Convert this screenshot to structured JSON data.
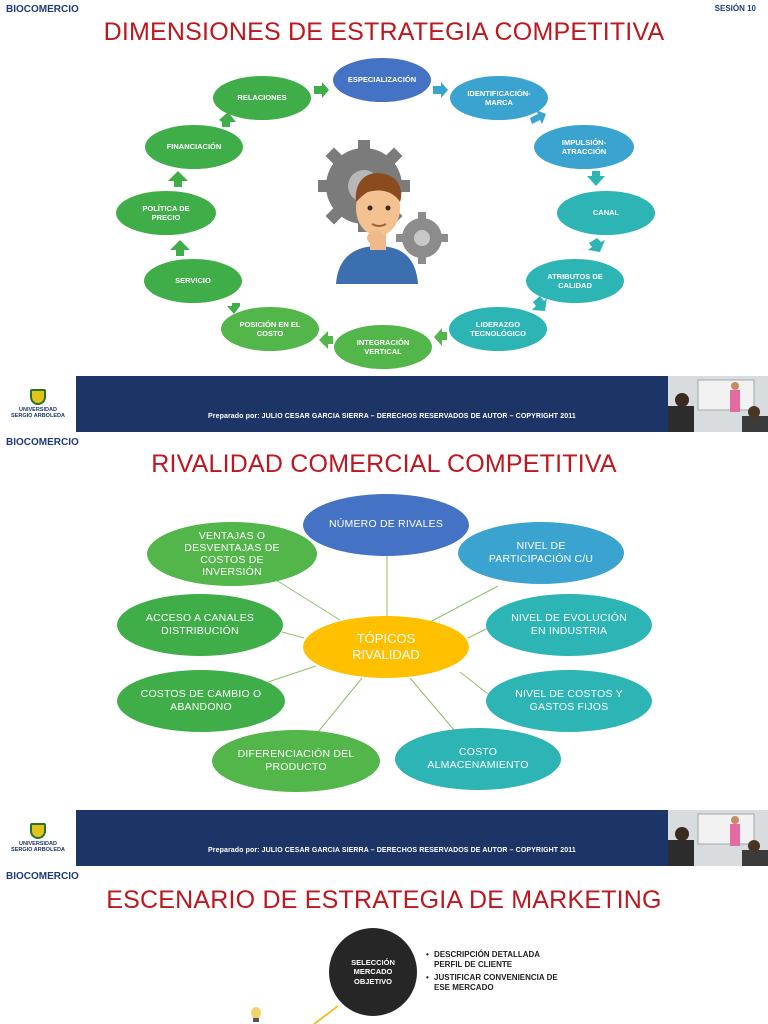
{
  "header": {
    "brand": "BIOCOMERCIO",
    "session": "SESIÓN 10"
  },
  "footer": {
    "university": [
      "UNIVERSIDAD",
      "SERGIO ARBOLEDA"
    ],
    "prepared_by": "Preparado por:  JULIO CESAR GARCIA SIERRA – DERECHOS RESERVADOS DE AUTOR – COPYRIGHT 2011"
  },
  "slide1": {
    "title": "DIMENSIONES DE ESTRATEGIA COMPETITIVA",
    "cycle": [
      "ESPECIALIZACIÓN",
      "IDENTIFICACIÓN-\nMARCA",
      "IMPULSIÓN-\nATRACCIÓN",
      "CANAL",
      "ATRIBUTOS DE\nCALIDAD",
      "LIDERAZGO\nTECNOLÓGICO",
      "INTEGRACIÓN\nVERTICAL",
      "POSICIÓN EN EL\nCOSTO",
      "SERVICIO",
      "POLÍTICA DE\nPRECIO",
      "FINANCIACIÓN",
      "RELACIONES"
    ]
  },
  "slide2": {
    "title": "RIVALIDAD COMERCIAL COMPETITIVA",
    "center": "TÓPICOS\nRIVALIDAD",
    "topics": [
      "NÚMERO DE RIVALES",
      "NIVEL DE\nPARTICIPACIÓN C/U",
      "NIVEL DE EVOLUCIÓN\nEN INDUSTRIA",
      "NIVEL DE COSTOS Y\nGASTOS FIJOS",
      "COSTO\nALMACENAMIENTO",
      "DIFERENCIACIÓN DEL\nPRODUCTO",
      "COSTOS DE CAMBIO O\nABANDONO",
      "ACCESO A CANALES\nDISTRIBUCIÓN",
      "VENTAJAS O\nDESVENTAJAS DE\nCOSTOS DE\nINVERSIÓN"
    ]
  },
  "slide3": {
    "title": "ESCENARIO DE ESTRATEGIA DE MARKETING",
    "circle": "SELECCIÓN\nMERCADO\nOBJETIVO",
    "bullets": [
      "DESCRIPCIÓN DETALLADA\nPERFIL DE CLIENTE",
      "JUSTIFICAR CONVENIENCIA DE\nESE MERCADO"
    ]
  },
  "colors": {
    "title": "#c0161e",
    "brand": "#1f3a7a",
    "footer": "#1d3566",
    "center": "#ffc000"
  }
}
